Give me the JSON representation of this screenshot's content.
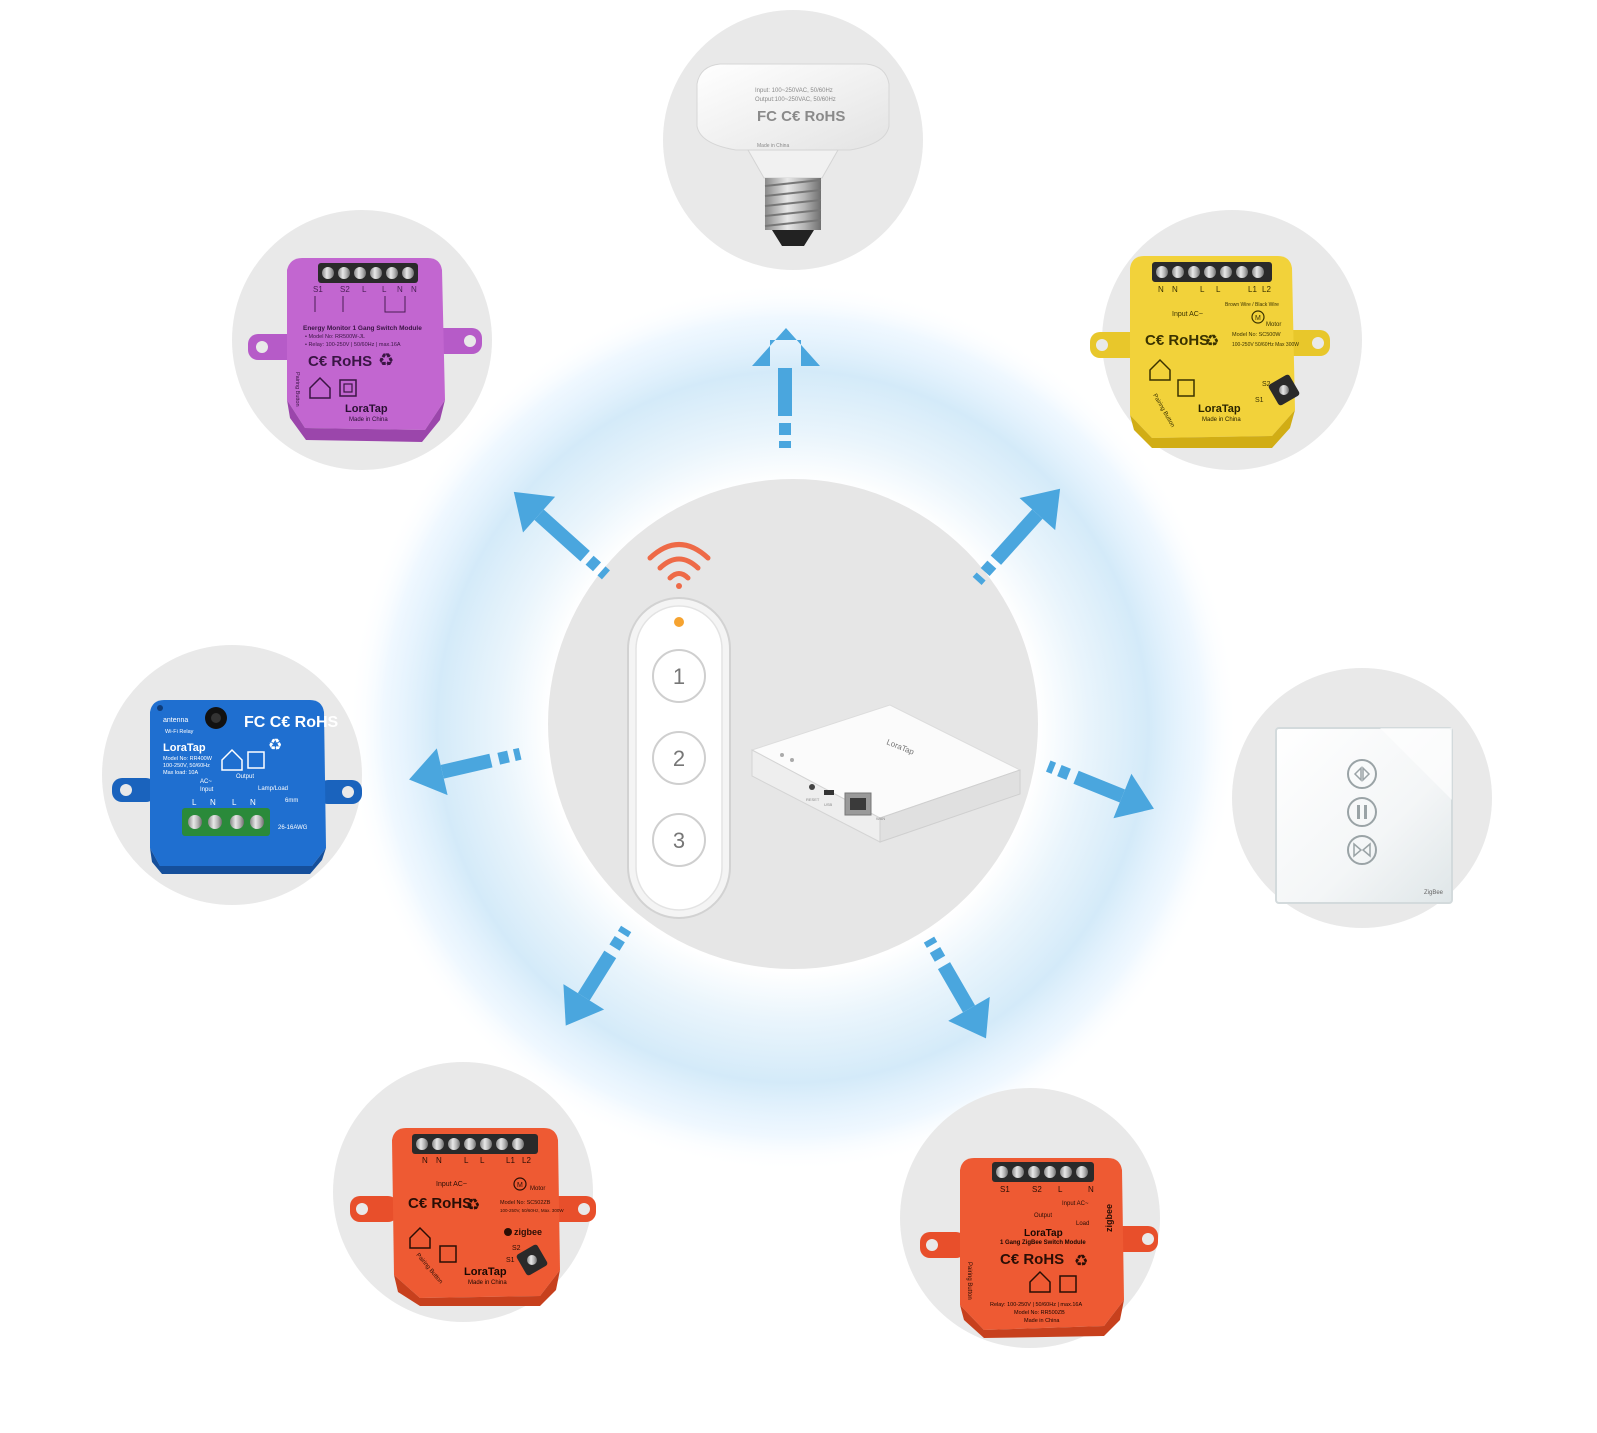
{
  "colors": {
    "accent_blue": "#4aa6de",
    "glow_blue": "#cfe8f8",
    "circle_gray": "#e9e9e9",
    "hub_gray": "#e6e6e6",
    "purple": "#c266d0",
    "yellow": "#f2d23a",
    "blue_module": "#1f6fd0",
    "orange_module": "#ee5a33",
    "wifi_orange": "#ee6a47"
  },
  "hub": {
    "remote_buttons": [
      "1",
      "2",
      "3"
    ],
    "gateway": {
      "brand": "LoraTap",
      "reset_label": "RESET",
      "usb_label": "USB",
      "lan_label": "WAN"
    }
  },
  "bulb_adapter": {
    "line1": "Input: 100~250VAC, 50/60Hz",
    "line2": "Output:100~250VAC, 50/60Hz",
    "certs": "FC C€ RoHS",
    "footer": "Made in China"
  },
  "purple_module": {
    "terminals": [
      "S1",
      "S2",
      "L",
      "L",
      "N",
      "N"
    ],
    "title": "Energy Monitor 1 Gang Switch Module",
    "model": "• Model No: RR500W-JL",
    "relay": "• Relay: 100-250V | 50/60Hz | max.16A",
    "certs": "C€ RoHS",
    "brand": "LoraTap",
    "footer": "Made in China",
    "side_label": "Pairing Button"
  },
  "yellow_module": {
    "terminals": [
      "N",
      "N",
      "L",
      "L",
      "L1",
      "L2"
    ],
    "input": "Input AC~",
    "model": "Model No: SC500W",
    "specs": "100-250V 50/60Hz Max 300W",
    "certs": "C€ RoHS",
    "brand": "LoraTap",
    "footer": "Made in China",
    "side_label": "Pairing Button",
    "wires": "Brown Wire / Black Wire",
    "motor": "Motor",
    "s_labels": [
      "S2",
      "S1"
    ]
  },
  "blue_module": {
    "antenna": "antenna",
    "wifi": "Wi-Fi Relay",
    "brand": "LoraTap",
    "model": "Model No: RR400W",
    "specs": "100-250V, 50/60Hz",
    "load": "Max load: 10A",
    "ac": "AC~",
    "input": "Input",
    "output": "Output",
    "lamp": "Lamp/Load",
    "certs": "FC C€ RoHS",
    "terminals": [
      "L",
      "N",
      "L",
      "N"
    ],
    "awg": "26-16AWG",
    "mm": "6mm"
  },
  "wall_switch": {
    "brand": "ZigBee"
  },
  "orange_left": {
    "terminals": [
      "N",
      "N",
      "L",
      "L",
      "L1",
      "L2"
    ],
    "input": "Input AC~",
    "model": "Model No: SC502ZB",
    "specs": "100-250V, 50/60Hz, Max. 300W",
    "zigbee": "zigbee",
    "certs": "C€ RoHS",
    "brand": "LoraTap",
    "footer": "Made in China",
    "side_label": "Pairing Button",
    "motor": "Motor",
    "s_labels": [
      "S2",
      "S1"
    ]
  },
  "orange_right": {
    "terminals": [
      "S1",
      "S2",
      "L",
      "N"
    ],
    "brand": "LoraTap",
    "title": "1 Gang ZigBee Switch Module",
    "input": "Input AC~",
    "output": "Output",
    "load": "Load",
    "relay": "Relay: 100-250V | 50/60Hz | max.16A",
    "model": "Model No: RR500ZB",
    "footer": "Made in China",
    "certs": "C€ RoHS",
    "zigbee": "zigbee",
    "side_label": "Pairing Button"
  }
}
